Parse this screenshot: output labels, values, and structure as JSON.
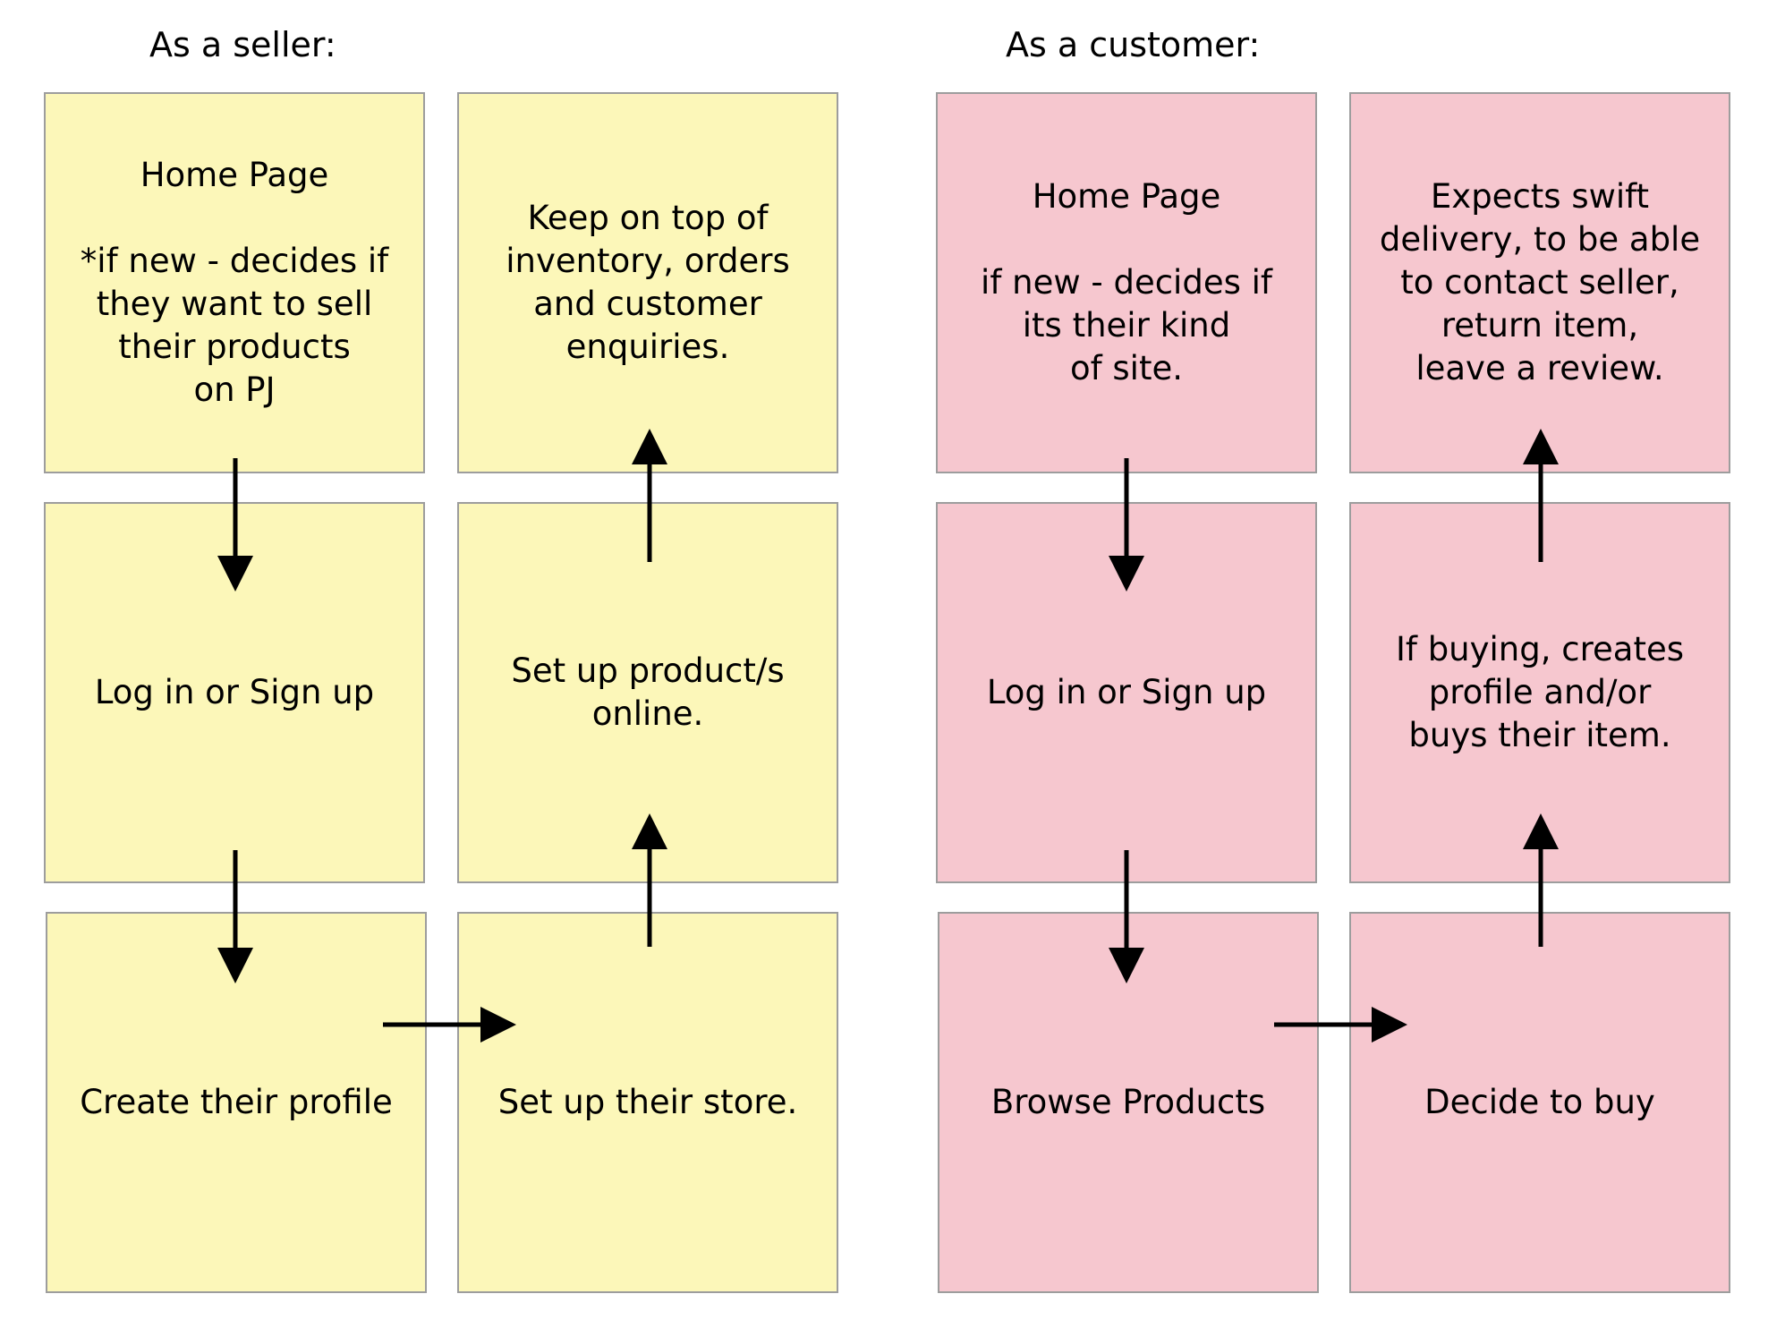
{
  "headings": {
    "seller": "As a seller:",
    "customer": "As a customer:"
  },
  "colors": {
    "seller_note": "#fcf7b9",
    "customer_note": "#f6c7cf",
    "note_border": "#9d9d9d",
    "arrow": "#000000"
  },
  "seller": {
    "home_page": "Home Page\n\n*if new - decides if\nthey want to sell\ntheir products\non PJ",
    "log_in": "Log in or Sign up",
    "create_profile": "Create their profile",
    "set_up_store": "Set up their store.",
    "set_up_products": "Set up product/s\nonline.",
    "keep_on_top": "Keep on top of\ninventory, orders\nand customer\nenquiries."
  },
  "customer": {
    "home_page": "Home Page\n\nif new - decides if\nits their kind\nof site.",
    "log_in": "Log in or Sign up",
    "browse_products": "Browse Products",
    "decide_to_buy": "Decide to buy",
    "creates_profile": "If buying, creates\nprofile and/or\nbuys their item.",
    "expects_delivery": "Expects swift\ndelivery, to be able\nto contact seller,\nreturn item,\nleave a review."
  }
}
